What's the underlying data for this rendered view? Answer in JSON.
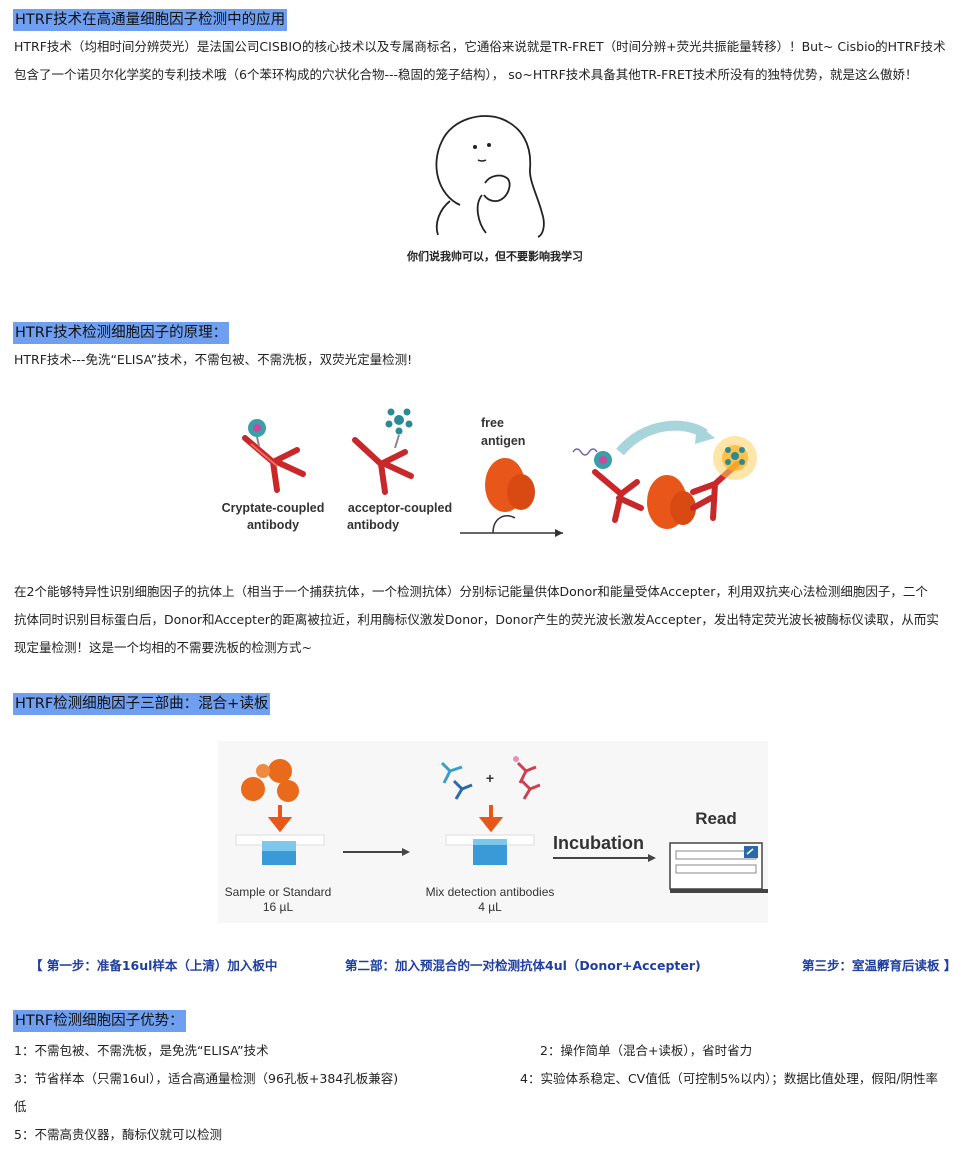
{
  "section1": {
    "heading": "HTRF技术在高通量细胞因子检测中的应用",
    "para_line1": "HTRF技术（均相时间分辨荧光）是法国公司CISBIO的核心技术以及专属商标名，它通俗来说就是TR-FRET（时间分辨+荧光共振能量转移）！But~ Cisbio的HTRF技术",
    "para_line2": "包含了一个诺贝尔化学奖的专利技术哦（6个苯环构成的穴状化合物---稳固的笼子结构）， so~HTRF技术具备其他TR-FRET技术所没有的独特优势，就是这么傲娇！",
    "meme_caption": "你们说我帅可以，但不要影响我学习"
  },
  "section2": {
    "heading": "HTRF技术检测细胞因子的原理：",
    "subtitle": "HTRF技术---免洗“ELISA”技术，不需包被、不需洗板，双荧光定量检测!",
    "diagram": {
      "cryptate_label_1": "Cryptate-coupled",
      "cryptate_label_2": "antibody",
      "acceptor_label_1": "acceptor-coupled",
      "acceptor_label_2": "antibody",
      "free_label_1": "free",
      "free_label_2": "antigen"
    },
    "para_line1": "在2个能够特异性识别细胞因子的抗体上（相当于一个捕获抗体，一个检测抗体）分别标记能量供体Donor和能量受体Accepter，利用双抗夹心法检测细胞因子，二个",
    "para_line2": "抗体同时识别目标蛋白后，Donor和Accepter的距离被拉近，利用酶标仪激发Donor，Donor产生的荧光波长激发Accepter，发出特定荧光波长被酶标仪读取，从而实",
    "para_line3": "现定量检测！这是一个均相的不需要洗板的检测方式~"
  },
  "section3": {
    "heading": "HTRF检测细胞因子三部曲：混合+读板",
    "diagram": {
      "sample_label": "Sample or Standard",
      "sample_volume": "16 µL",
      "mix_label": "Mix detection antibodies",
      "mix_volume": "4 µL",
      "plus": "+",
      "incubation": "Incubation",
      "read": "Read"
    },
    "step1": "【 第一步：准备16ul样本（上清）加入板中",
    "step2": "第二部：加入预混合的一对检测抗体4ul（Donor+Accepter)",
    "step3": "第三步：室温孵育后读板 】"
  },
  "section4": {
    "heading": "HTRF检测细胞因子优势：",
    "item1": "1：不需包被、不需洗板，是免洗“ELISA”技术",
    "item2": "2：操作简单（混合+读板），省时省力",
    "item3": "3：节省样本（只需16ul），适合高通量检测（96孔板+384孔板兼容)",
    "item4": "4：实验体系稳定、CV值低（可控制5%以内）；数据比值处理，假阳/阴性率",
    "item4_cont": "低",
    "item5": "5：不需高贵仪器，酶标仪就可以检测"
  },
  "colors": {
    "heading_bg": "#6f9ff0",
    "step_text": "#1f3fa0",
    "antibody_red": "#c8282a",
    "antigen_orange": "#e8561a",
    "donor_teal": "#3a9fa8"
  }
}
